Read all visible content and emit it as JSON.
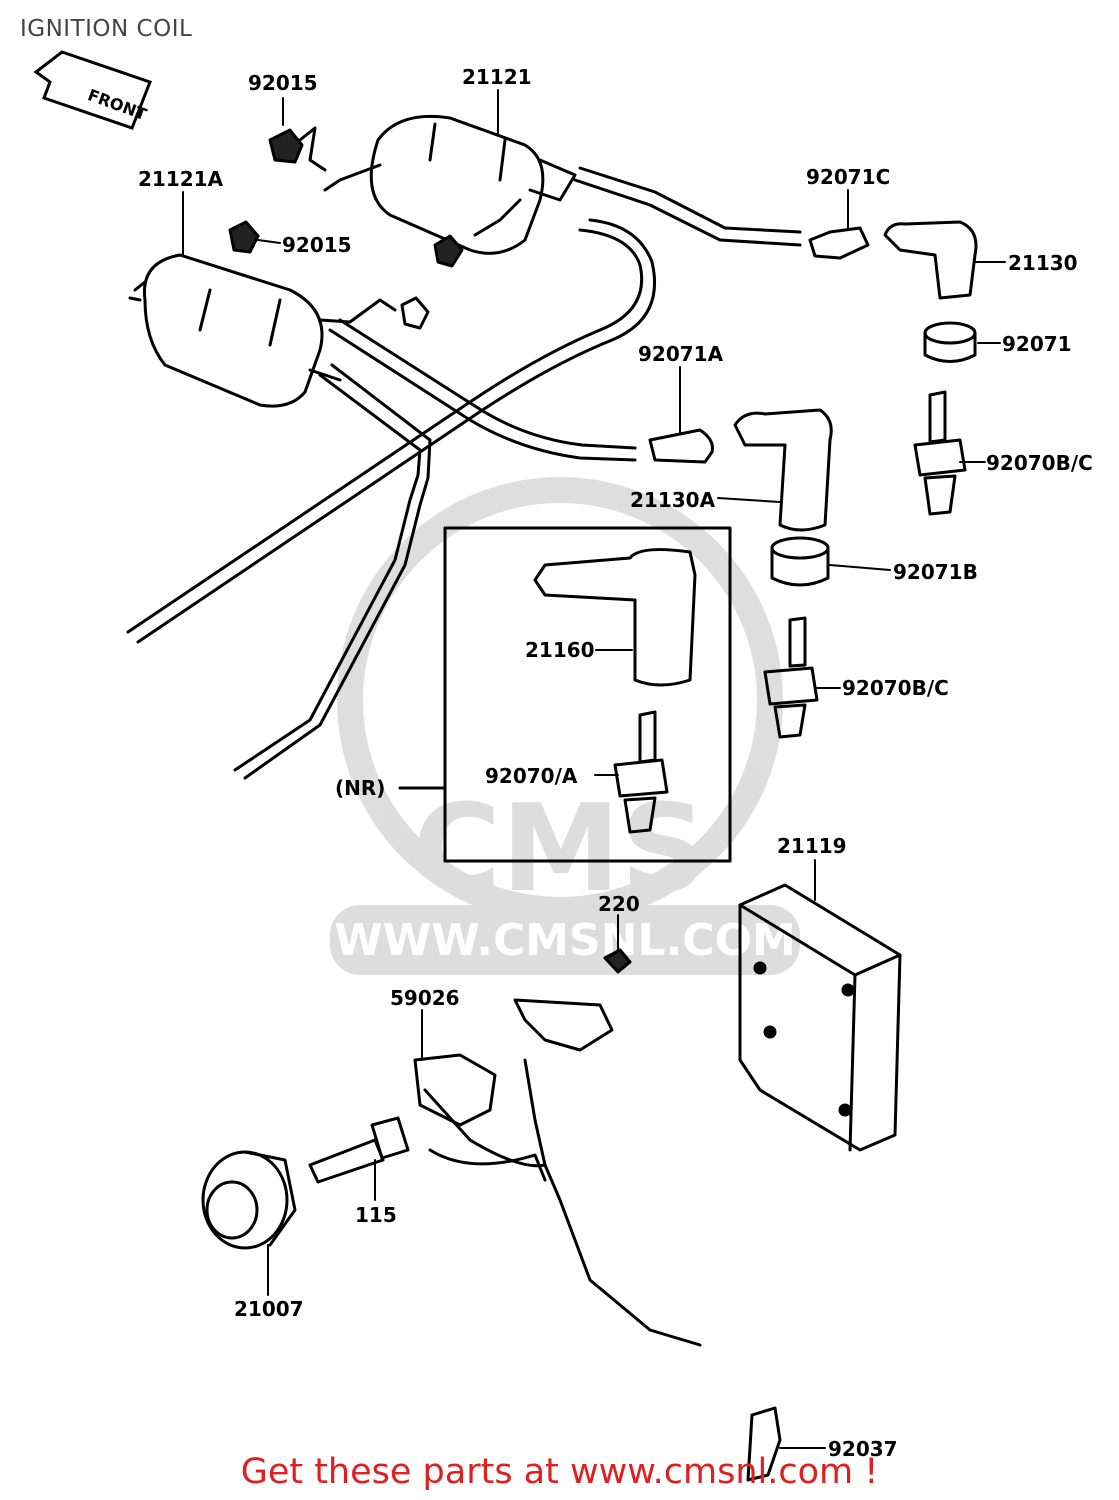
{
  "title": "IGNITION COIL",
  "front_arrow_text": "FRONT",
  "watermark": {
    "brand": "CMS",
    "url": "WWW.CMSNL.COM"
  },
  "part_labels": {
    "p92015_top": "92015",
    "p21121": "21121",
    "p21121A": "21121A",
    "p92015_mid": "92015",
    "p92071C": "92071C",
    "p21130": "21130",
    "p92071": "92071",
    "p92071A": "92071A",
    "p92070BC_top": "92070B/C",
    "p21130A": "21130A",
    "p92071B": "92071B",
    "p21160": "21160",
    "p92070BC_mid": "92070B/C",
    "pNR": "(NR)",
    "p92070A": "92070/A",
    "p21119": "21119",
    "p220": "220",
    "p59026": "59026",
    "p115": "115",
    "p21007": "21007",
    "p92037": "92037"
  },
  "footer": "Get these parts at www.cmsnl.com !"
}
